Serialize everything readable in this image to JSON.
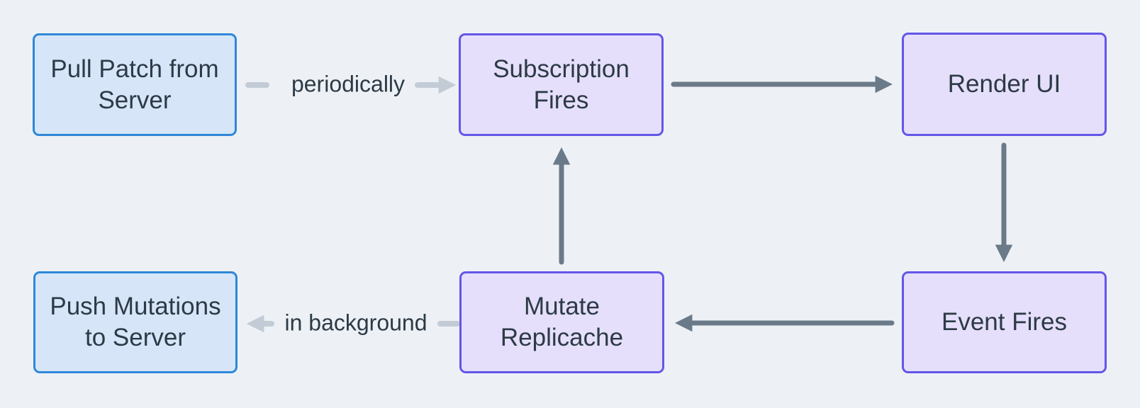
{
  "diagram": {
    "nodes": {
      "pull_patch": {
        "lines": [
          "Pull Patch from",
          "Server"
        ]
      },
      "subscription_fires": {
        "lines": [
          "Subscription",
          "Fires"
        ]
      },
      "render_ui": {
        "lines": [
          "Render UI"
        ]
      },
      "push_mutations": {
        "lines": [
          "Push Mutations",
          "to Server"
        ]
      },
      "mutate_replicache": {
        "lines": [
          "Mutate",
          "Replicache"
        ]
      },
      "event_fires": {
        "lines": [
          "Event Fires"
        ]
      }
    },
    "edge_labels": {
      "periodically": "periodically",
      "in_background": "in background"
    },
    "colors": {
      "canvas_bg": "#edf1f5",
      "blue_fill": "#d6e6f8",
      "blue_border": "#2f87d8",
      "purple_fill": "#e5dffb",
      "purple_border": "#6456e8",
      "arrow_dark": "#6b7a89",
      "arrow_light": "#c3ccd6",
      "text": "#2d3a46"
    }
  }
}
